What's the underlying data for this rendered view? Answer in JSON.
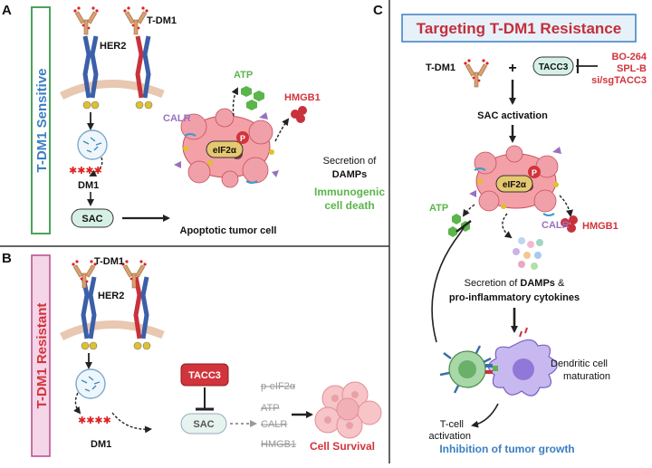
{
  "panels": {
    "a": {
      "letter": "A",
      "side_label": "T-DM1 Sensitive",
      "tdm1": "T-DM1",
      "her2": "HER2",
      "dm1": "DM1",
      "sac": "SAC",
      "atp": "ATP",
      "hmgb1": "HMGB1",
      "calr": "CALR",
      "eif2a": "eIF2α",
      "p": "P",
      "secretion_of": "Secretion of",
      "damps": "DAMPs",
      "icd_line1": "Immunogenic",
      "icd_line2": "cell death",
      "apoptotic": "Apoptotic tumor cell"
    },
    "b": {
      "letter": "B",
      "side_label": "T-DM1 Resistant",
      "tdm1": "T-DM1",
      "her2": "HER2",
      "dm1": "DM1",
      "sac": "SAC",
      "tacc3": "TACC3",
      "struck": [
        "p-eIF2α",
        "ATP",
        "CALR",
        "HMGB1"
      ],
      "survival": "Cell Survival"
    },
    "c": {
      "letter": "C",
      "title": "Targeting T-DM1 Resistance",
      "tdm1": "T-DM1",
      "plus": "+",
      "tacc3": "TACC3",
      "inhibitors": [
        "BO-264",
        "SPL-B",
        "si/sgTACC3"
      ],
      "sac_activation": "SAC activation",
      "eif2a": "eIF2α",
      "p": "P",
      "atp": "ATP",
      "calr": "CALR",
      "hmgb1": "HMGB1",
      "secretion_line1_a": "Secretion of ",
      "secretion_line1_b": "DAMPs",
      "secretion_line1_c": " &",
      "secretion_line2": "pro-inflammatory cytokines",
      "dc_line1": "Dendritic cell",
      "dc_line2": "maturation",
      "tcell_line1": "T-cell",
      "tcell_line2": "activation",
      "inhibition": "Inhibition of tumor growth"
    }
  },
  "colors": {
    "green_text": "#5ab54a",
    "green_border": "#4aa45a",
    "pink_bg": "#f5d5e8",
    "pink_border": "#b74a8c",
    "red": "#d2343c",
    "blue_title": "#3a7fc2",
    "title_red": "#c42e3a",
    "sac_fill": "#d6f0e6",
    "purple": "#9a6fc0"
  }
}
